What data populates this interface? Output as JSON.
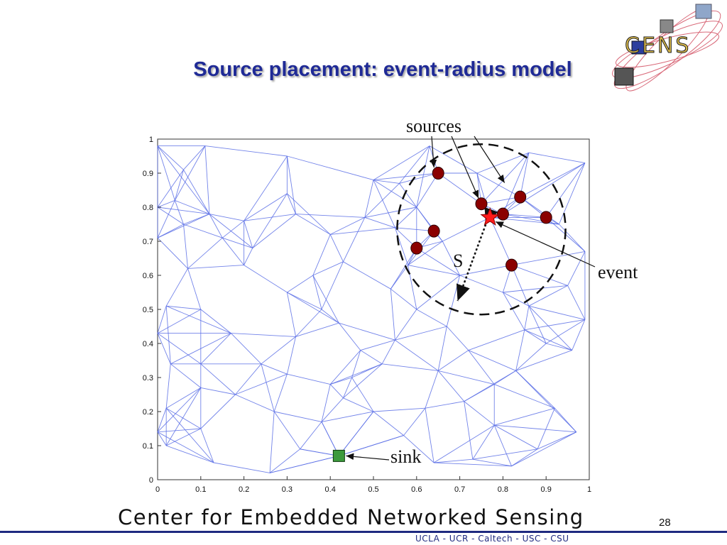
{
  "slide": {
    "title": "Source placement: event-radius model",
    "footer_title": "Center for Embedded Networked Sensing",
    "footer_institutions": "UCLA - UCR - Caltech - USC - CSU",
    "page_number": "28"
  },
  "logo": {
    "text": "CENS"
  },
  "colors": {
    "title": "#1f2a96",
    "edges": "#5a6ee6",
    "source_fill": "#8b0000",
    "event_fill": "#ff1a1a",
    "sink_fill": "#3c9a3c",
    "footer_rule": "#1f2a80"
  },
  "annotations": {
    "sources_label": "sources",
    "event_label": "event",
    "sink_label": "sink",
    "radius_label": "S"
  },
  "chart_data": {
    "type": "scatter",
    "xlim": [
      0,
      1
    ],
    "ylim": [
      0,
      1
    ],
    "xticks": [
      "0",
      "0.1",
      "0.2",
      "0.3",
      "0.4",
      "0.5",
      "0.6",
      "0.7",
      "0.8",
      "0.9",
      "1"
    ],
    "yticks": [
      "0",
      "0.1",
      "0.2",
      "0.3",
      "0.4",
      "0.5",
      "0.6",
      "0.7",
      "0.8",
      "0.9",
      "1"
    ],
    "grid": false,
    "nodes": [
      [
        0.11,
        0.98
      ],
      [
        0.3,
        0.95
      ],
      [
        0.5,
        0.88
      ],
      [
        0.6,
        0.8
      ],
      [
        0.0,
        0.8
      ],
      [
        0.04,
        0.82
      ],
      [
        0.12,
        0.78
      ],
      [
        0.0,
        0.71
      ],
      [
        0.06,
        0.75
      ],
      [
        0.15,
        0.71
      ],
      [
        0.22,
        0.68
      ],
      [
        0.2,
        0.76
      ],
      [
        0.3,
        0.84
      ],
      [
        0.32,
        0.78
      ],
      [
        0.4,
        0.72
      ],
      [
        0.43,
        0.64
      ],
      [
        0.48,
        0.77
      ],
      [
        0.55,
        0.74
      ],
      [
        0.36,
        0.6
      ],
      [
        0.3,
        0.55
      ],
      [
        0.2,
        0.63
      ],
      [
        0.07,
        0.62
      ],
      [
        0.02,
        0.51
      ],
      [
        0.0,
        0.43
      ],
      [
        0.1,
        0.5
      ],
      [
        0.17,
        0.43
      ],
      [
        0.1,
        0.34
      ],
      [
        0.24,
        0.34
      ],
      [
        0.32,
        0.42
      ],
      [
        0.42,
        0.46
      ],
      [
        0.47,
        0.38
      ],
      [
        0.4,
        0.28
      ],
      [
        0.45,
        0.3
      ],
      [
        0.52,
        0.34
      ],
      [
        0.43,
        0.24
      ],
      [
        0.38,
        0.17
      ],
      [
        0.27,
        0.2
      ],
      [
        0.18,
        0.25
      ],
      [
        0.1,
        0.27
      ],
      [
        0.03,
        0.34
      ],
      [
        0.02,
        0.21
      ],
      [
        0.0,
        0.14
      ],
      [
        0.02,
        0.1
      ],
      [
        0.13,
        0.05
      ],
      [
        0.26,
        0.02
      ],
      [
        0.33,
        0.09
      ],
      [
        0.42,
        0.07
      ],
      [
        0.5,
        0.2
      ],
      [
        0.57,
        0.13
      ],
      [
        0.62,
        0.21
      ],
      [
        0.71,
        0.23
      ],
      [
        0.78,
        0.16
      ],
      [
        0.88,
        0.09
      ],
      [
        0.92,
        0.21
      ],
      [
        0.96,
        0.38
      ],
      [
        0.99,
        0.47
      ],
      [
        0.9,
        0.4
      ],
      [
        0.83,
        0.32
      ],
      [
        0.72,
        0.38
      ],
      [
        0.67,
        0.45
      ],
      [
        0.6,
        0.5
      ],
      [
        0.7,
        0.6
      ],
      [
        0.8,
        0.55
      ],
      [
        0.86,
        0.51
      ],
      [
        0.95,
        0.57
      ],
      [
        0.99,
        0.67
      ],
      [
        0.93,
        0.75
      ],
      [
        0.99,
        0.93
      ],
      [
        0.86,
        0.96
      ],
      [
        0.63,
        0.98
      ],
      [
        0.56,
        0.87
      ],
      [
        0.74,
        0.9
      ],
      [
        0.66,
        0.7
      ],
      [
        0.58,
        0.63
      ],
      [
        0.06,
        0.91
      ],
      [
        0.0,
        0.98
      ],
      [
        0.54,
        0.56
      ],
      [
        0.38,
        0.5
      ],
      [
        0.1,
        0.15
      ],
      [
        0.73,
        0.06
      ],
      [
        0.64,
        0.05
      ],
      [
        0.82,
        0.04
      ],
      [
        0.97,
        0.14
      ],
      [
        0.78,
        0.28
      ],
      [
        0.55,
        0.41
      ],
      [
        0.3,
        0.31
      ],
      [
        0.85,
        0.44
      ],
      [
        0.65,
        0.32
      ]
    ],
    "sources": [
      [
        0.65,
        0.9
      ],
      [
        0.75,
        0.81
      ],
      [
        0.84,
        0.83
      ],
      [
        0.8,
        0.78
      ],
      [
        0.9,
        0.77
      ],
      [
        0.64,
        0.73
      ],
      [
        0.6,
        0.68
      ],
      [
        0.82,
        0.63
      ]
    ],
    "event": [
      0.77,
      0.77
    ],
    "sink": [
      0.42,
      0.07
    ],
    "event_radius_circle": {
      "center": [
        0.75,
        0.735
      ],
      "radius_x": 0.195,
      "radius_y": 0.25
    }
  }
}
